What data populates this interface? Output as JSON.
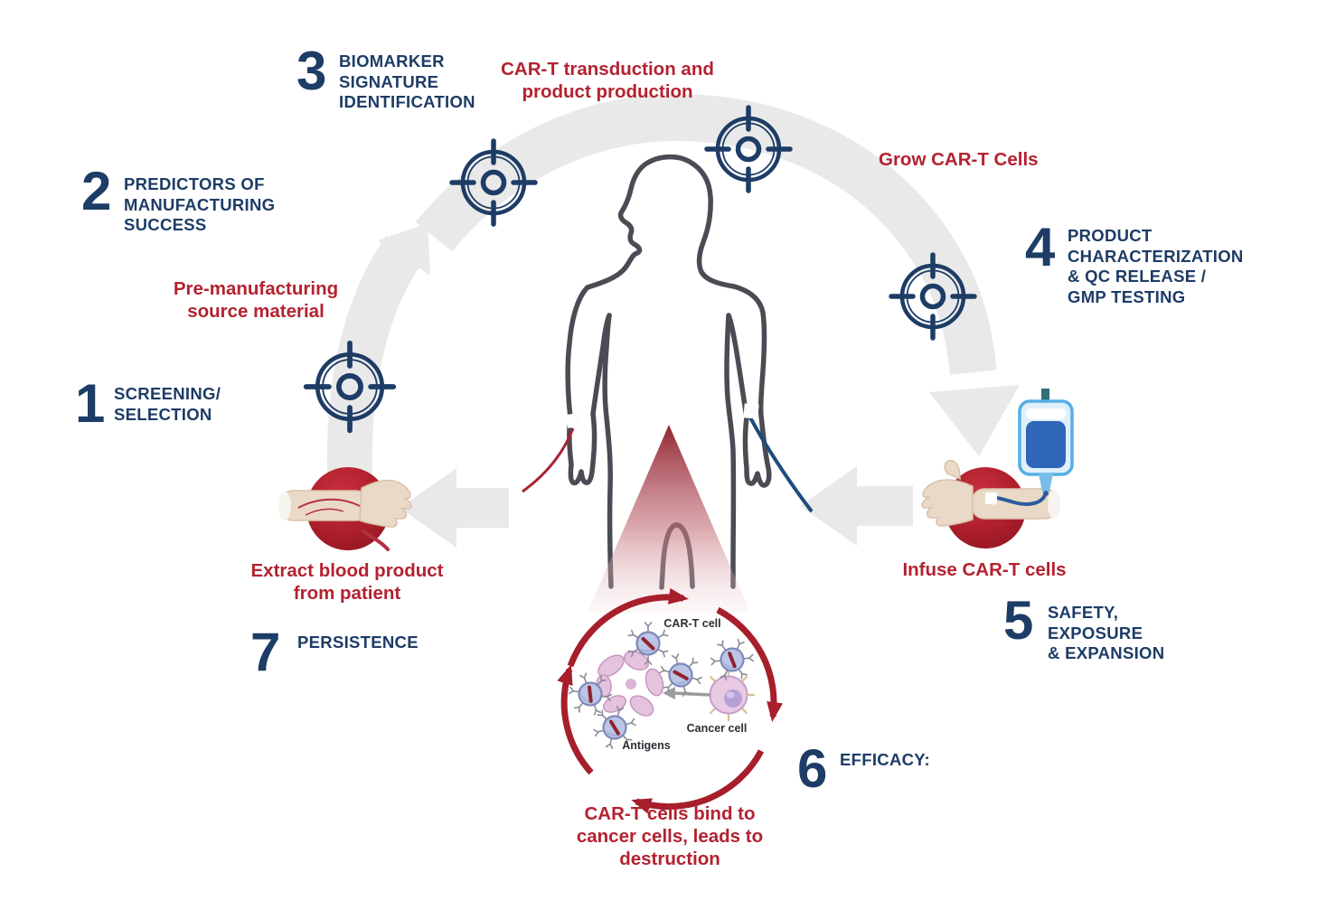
{
  "colors": {
    "navy": "#1d3c66",
    "red_text": "#b32230",
    "cycle_arrow_red": "#a61f2b",
    "ball_red_light": "#c42737",
    "ball_red_dark": "#9a1a26",
    "arc_gray": "#e9e9ea",
    "body_outline": "#4b4b54",
    "skin": "#ead9c6",
    "iv_bag_blue": "#2f66b8",
    "iv_bag_border": "#56aee4",
    "car_t_cell_fill": "#bcc5e6",
    "cancer_cell_fill": "#e9c9e3"
  },
  "steps": [
    {
      "number": "1",
      "lines": [
        "SCREENING/",
        "SELECTION"
      ]
    },
    {
      "number": "2",
      "lines": [
        "PREDICTORS OF",
        "MANUFACTURING",
        "SUCCESS"
      ]
    },
    {
      "number": "3",
      "lines": [
        "BIOMARKER",
        "SIGNATURE",
        "IDENTIFICATION"
      ]
    },
    {
      "number": "4",
      "lines": [
        "PRODUCT",
        "CHARACTERIZATION",
        "& QC RELEASE /",
        "GMP TESTING"
      ]
    },
    {
      "number": "5",
      "lines": [
        "SAFETY,",
        "EXPOSURE",
        "& EXPANSION"
      ]
    },
    {
      "number": "6",
      "lines": [
        "EFFICACY:"
      ]
    },
    {
      "number": "7",
      "lines": [
        "PERSISTENCE"
      ]
    }
  ],
  "annotations": {
    "transduction": [
      "CAR-T transduction and",
      "product production"
    ],
    "grow": "Grow CAR-T Cells",
    "pre_manufacturing": [
      "Pre-manufacturing",
      "source material"
    ],
    "extract": [
      "Extract blood product",
      "from patient"
    ],
    "infuse": "Infuse CAR-T cells",
    "bind": [
      "CAR-T cells bind to",
      "cancer cells, leads to",
      "destruction"
    ]
  },
  "cell_diagram": {
    "car_t": "CAR-T cell",
    "cancer": "Cancer cell",
    "antigens": "Antigens"
  },
  "icons": {
    "target": "crosshair-target-icon",
    "human": "human-silhouette",
    "blood_ball": "blood-draw-arm-icon",
    "infusion_ball": "infusion-arm-icon",
    "iv_bag": "iv-bag-icon",
    "cycle": "cycle-arrows-icon",
    "car_t_cell": "car-t-cell-icon",
    "cancer_cell": "cancer-cell-icon",
    "destroyed_cell": "destroyed-cell-icon"
  }
}
